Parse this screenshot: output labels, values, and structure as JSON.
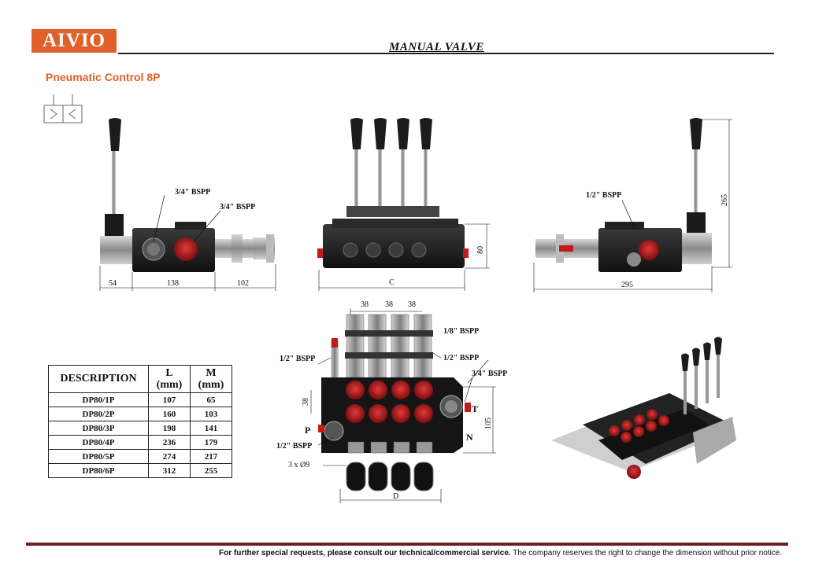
{
  "header": {
    "logo_text": "AIVIO",
    "title": "MANUAL VALVE",
    "subtitle": "Pneumatic Control 8P",
    "accent_color": "#e0602a"
  },
  "views": {
    "left": {
      "port_a": "3/4\" BSPP",
      "port_b": "3/4\" BSPP",
      "dim1": "54",
      "dim2": "138",
      "dim3": "102"
    },
    "front": {
      "dim_c": "C",
      "dim_h": "80"
    },
    "side": {
      "port": "1/2\" BSPP",
      "dim_w": "295",
      "dim_h": "265"
    },
    "top": {
      "d1": "38",
      "d2": "38",
      "d3": "38",
      "port_18": "1/8\" BSPP",
      "port_12_left": "1/2\" BSPP",
      "port_12_right": "1/2\" BSPP",
      "port_34": "3/4\" BSPP",
      "dim_38_v": "38",
      "label_p": "P",
      "label_t": "T",
      "label_n": "N",
      "dim_105": "105",
      "port_12_bottom": "1/2\" BSPP",
      "holes": "3 x Ø9",
      "dim_d": "D"
    }
  },
  "table": {
    "headers": [
      "DESCRIPTION",
      "L\n(mm)",
      "M\n(mm)"
    ],
    "rows": [
      [
        "DP80/1P",
        "107",
        "65"
      ],
      [
        "DP80/2P",
        "160",
        "103"
      ],
      [
        "DP80/3P",
        "198",
        "141"
      ],
      [
        "DP80/4P",
        "236",
        "179"
      ],
      [
        "DP80/5P",
        "274",
        "217"
      ],
      [
        "DP80/6P",
        "312",
        "255"
      ]
    ]
  },
  "footer": {
    "bold": "For further special requests, please consult our technical/commercial service.",
    "normal": " The company reserves the right to change the dimension without prior notice.",
    "rule_color": "#6b2024"
  }
}
